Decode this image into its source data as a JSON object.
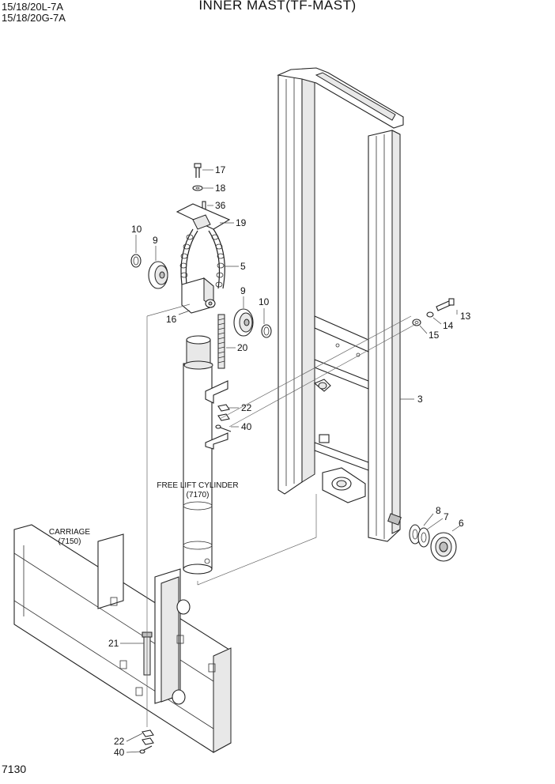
{
  "header": {
    "model_line_1": "15/18/20L-7A",
    "model_line_2": "15/18/20G-7A",
    "title": "INNER MAST(TF-MAST)"
  },
  "footer": {
    "page_code": "7130"
  },
  "captions": {
    "cylinder_name": "FREE LIFT CYLINDER",
    "cylinder_ref": "(7170)",
    "carriage_name": "CARRIAGE",
    "carriage_ref": "(7150)"
  },
  "callouts": {
    "c17": "17",
    "c18": "18",
    "c36": "36",
    "c19": "19",
    "c5": "5",
    "c10a": "10",
    "c9a": "9",
    "c9b": "9",
    "c10b": "10",
    "c16": "16",
    "c20": "20",
    "c13": "13",
    "c14": "14",
    "c15": "15",
    "c3": "3",
    "c22a": "22",
    "c40a": "40",
    "c8": "8",
    "c7": "7",
    "c6": "6",
    "c21": "21",
    "c22b": "22",
    "c40b": "40"
  }
}
